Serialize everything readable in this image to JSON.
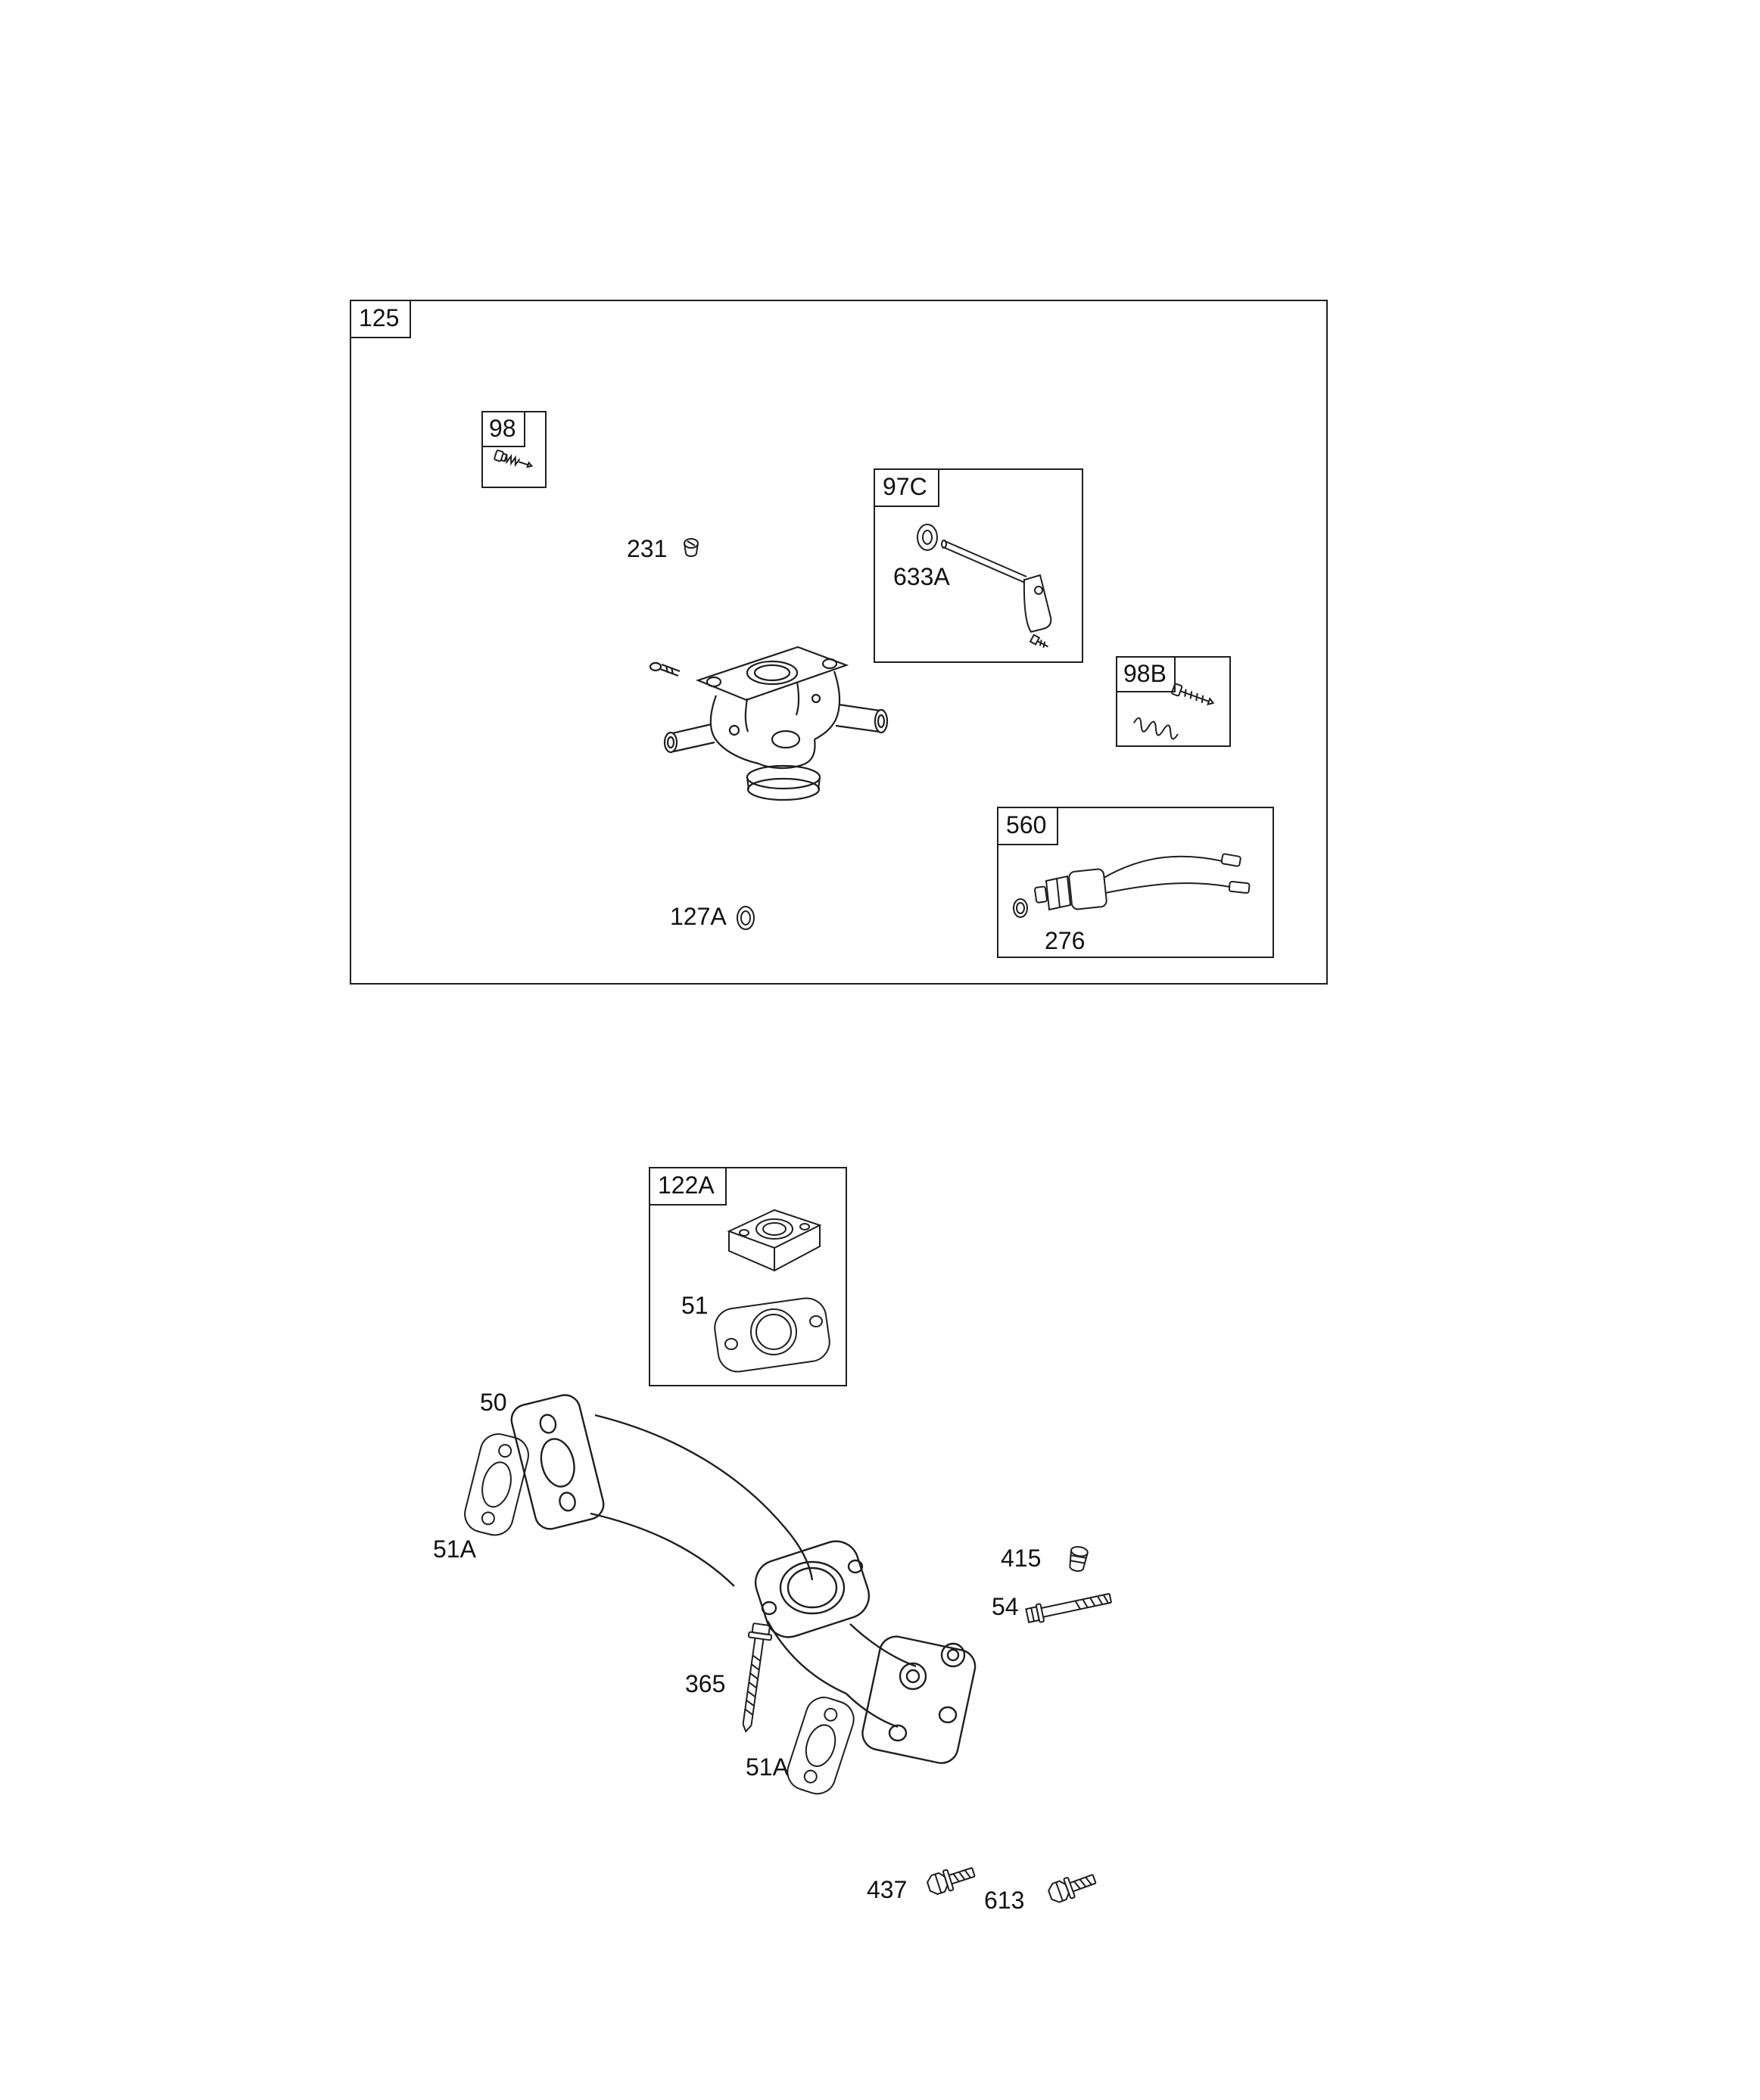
{
  "colors": {
    "background": "#ffffff",
    "line": "#1f1f1f"
  },
  "callout_boxes": {
    "g125": "125",
    "g98": "98",
    "g97c": "97C",
    "g98b": "98B",
    "g560": "560",
    "g122a": "122A"
  },
  "part_labels": {
    "p231": "231",
    "p633a": "633A",
    "p276": "276",
    "p127a": "127A",
    "p51": "51",
    "p50": "50",
    "p51a_upper": "51A",
    "p415": "415",
    "p54": "54",
    "p365": "365",
    "p51a_lower": "51A",
    "p437": "437",
    "p613": "613"
  }
}
